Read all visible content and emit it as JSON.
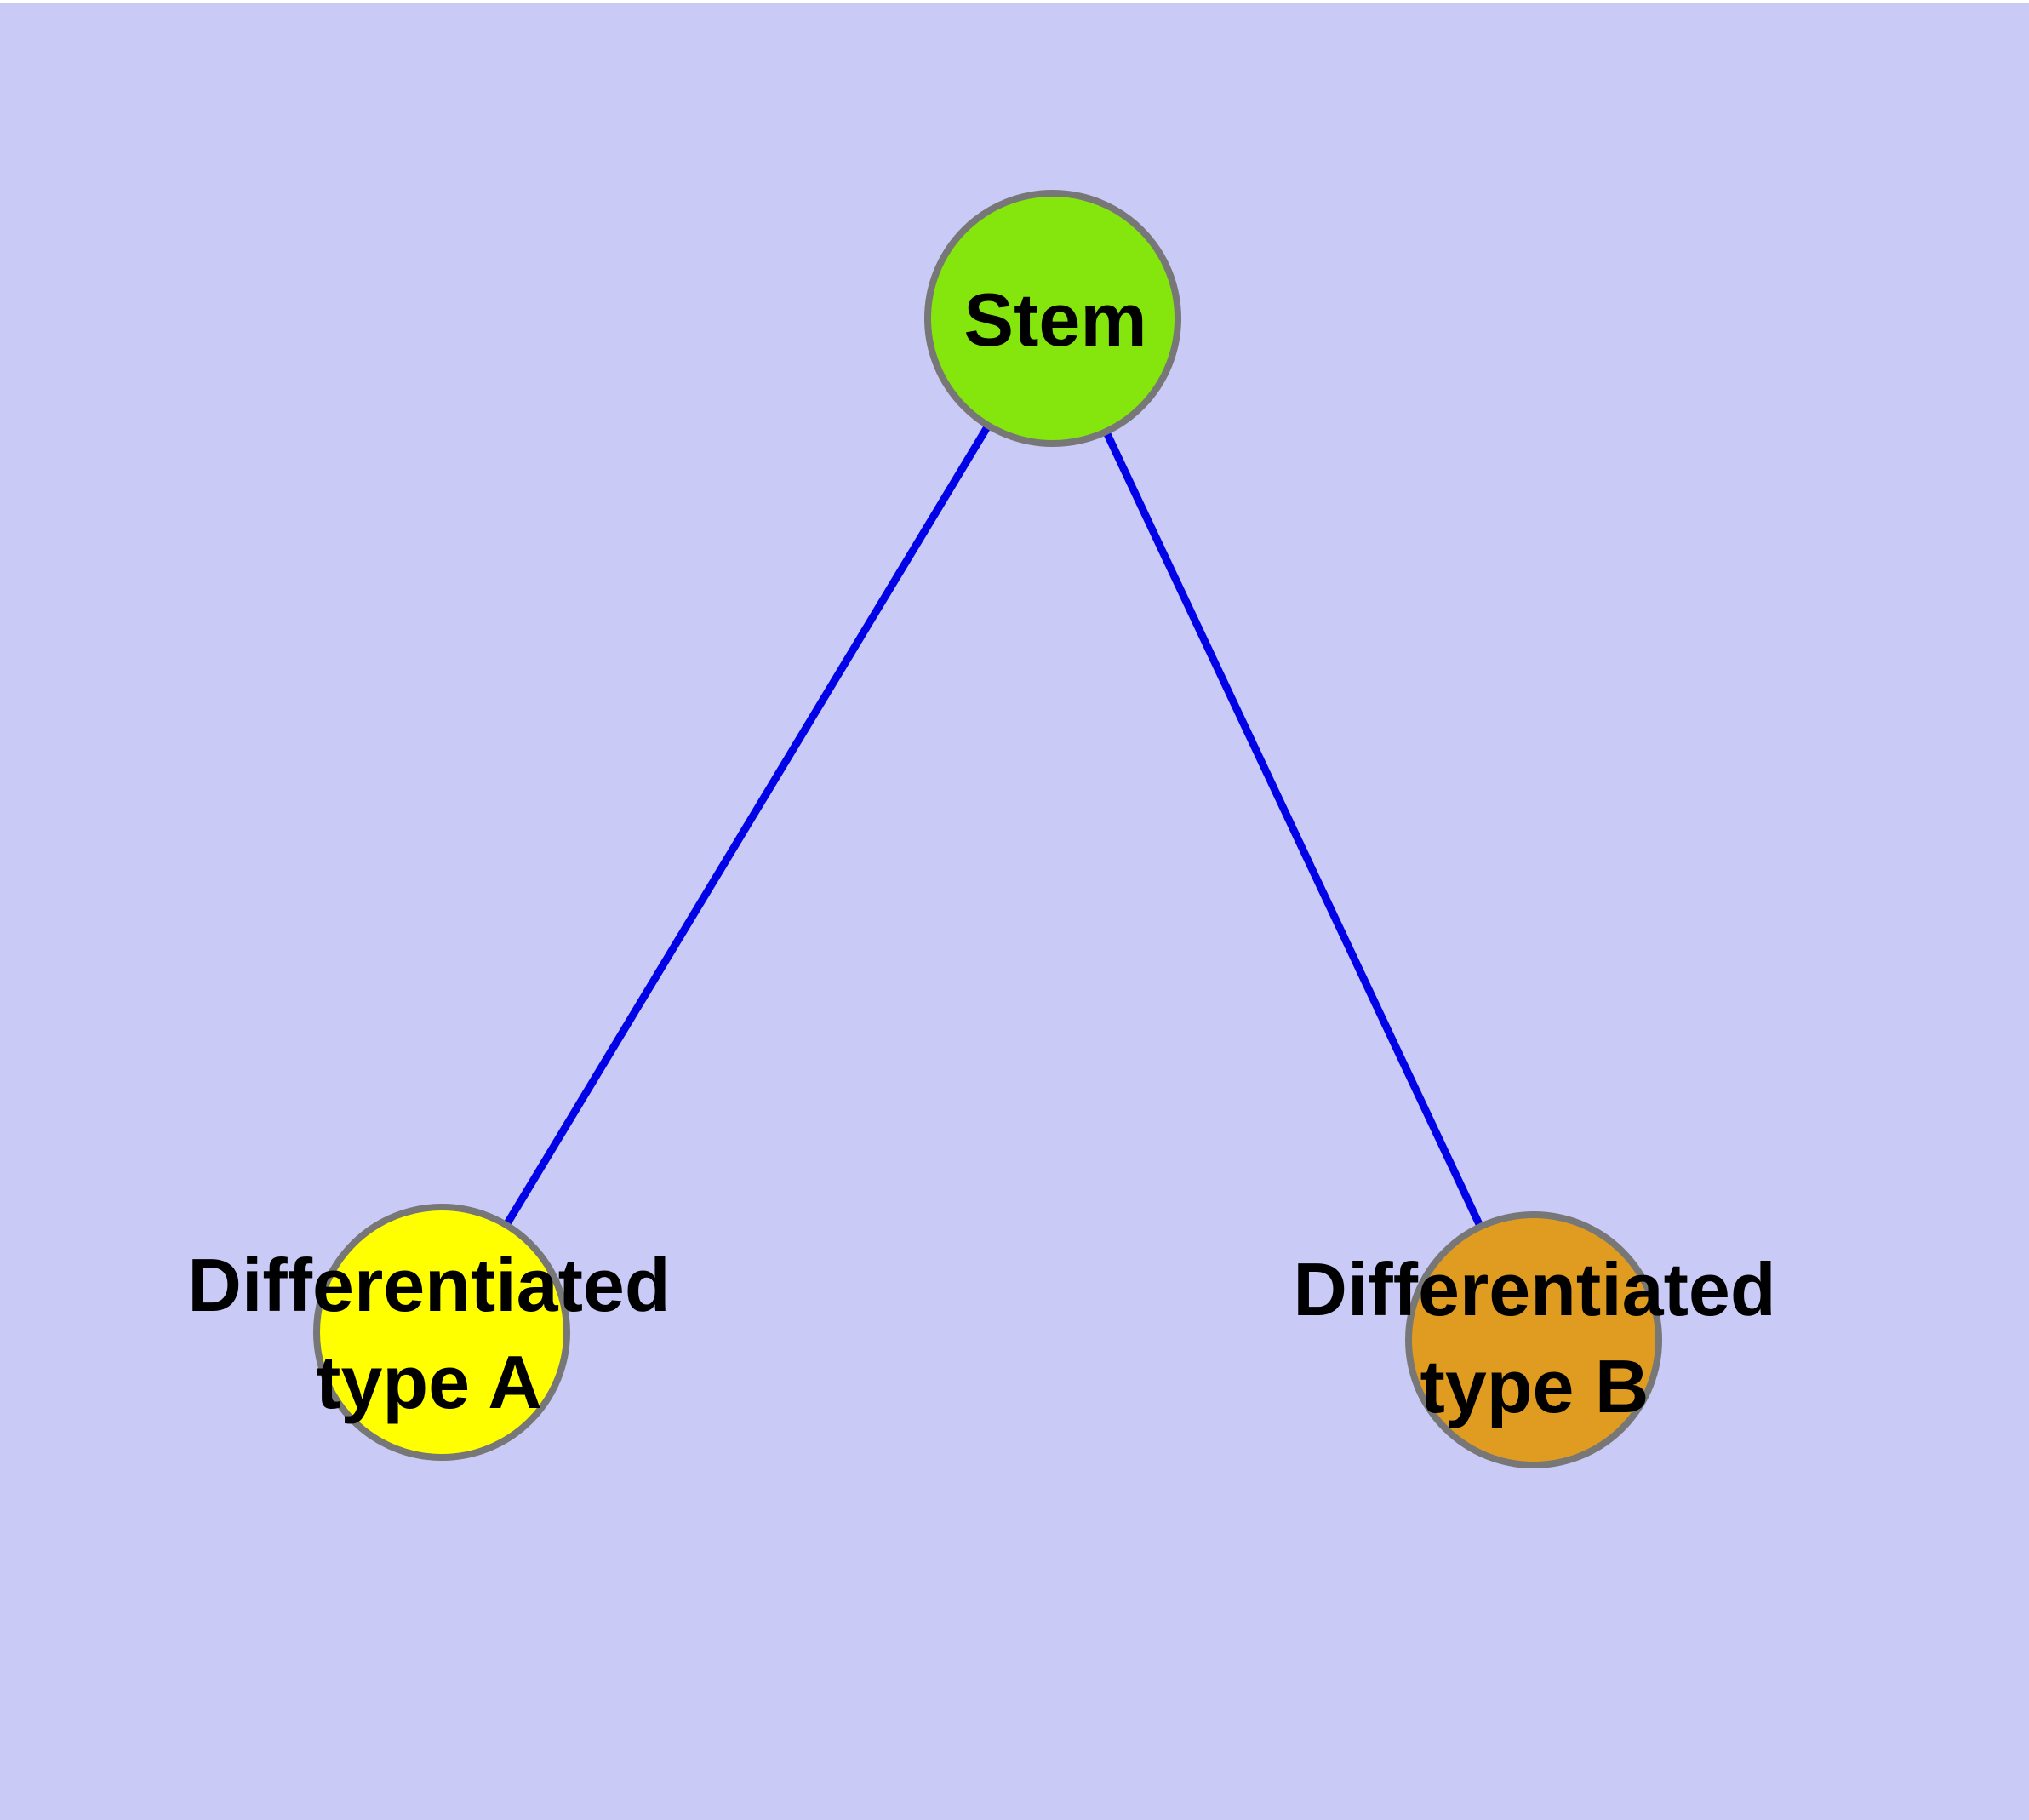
{
  "diagram": {
    "nodes": [
      {
        "id": "stem",
        "label": "Stem",
        "fill": "#84E60D"
      },
      {
        "id": "type-a",
        "label": "Differentiated\ntype A",
        "fill": "#FFFF00"
      },
      {
        "id": "type-b",
        "label": "Differentiated\ntype B",
        "fill": "#E09C20"
      }
    ],
    "edges": [
      {
        "from": "stem",
        "to": "type-a"
      },
      {
        "from": "stem",
        "to": "type-b"
      }
    ]
  },
  "colors": {
    "background": "#CACAF6",
    "edge": "#0202E6",
    "node_border": "#777777",
    "label_text": "#000000"
  }
}
